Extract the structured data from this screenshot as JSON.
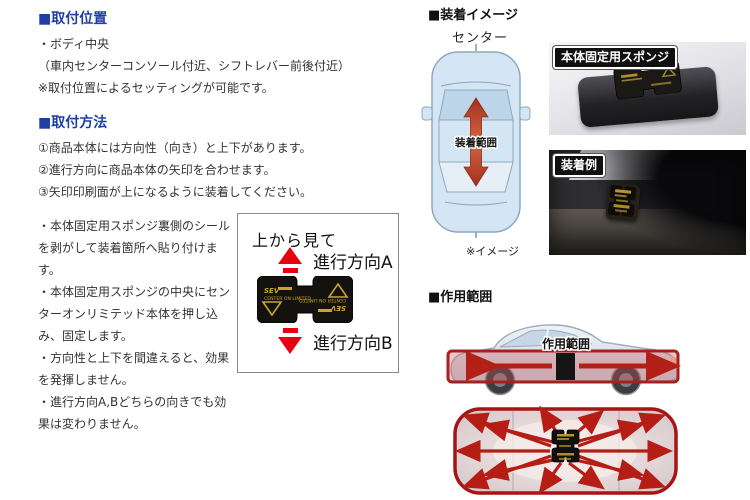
{
  "headings": {
    "mount_position": "■取付位置",
    "mount_method": "■取付方法",
    "install_image": "■装着イメージ",
    "effect_range": "■作用範囲"
  },
  "mount_position": {
    "line1": "・ボディ中央",
    "line2": "（車内センターコンソール付近、シフトレバー前後付近）",
    "line3": "※取付位置によるセッティングが可能です。"
  },
  "mount_method": {
    "step1": "①商品本体には方向性（向き）と上下があります。",
    "step2": "②進行方向に商品本体の矢印を合わせます。",
    "step3": "③矢印印刷面が上になるように装着してください。",
    "note1": "・本体固定用スポンジ裏側のシールを剥がして装着箇所へ貼り付けます。",
    "note2": "・本体固定用スポンジの中央にセンターオンリミテッド本体を押し込み、固定します。",
    "note3": "・方向性と上下を間違えると、効果を発揮しません。",
    "note4": "・進行方向A,Bどちらの向きでも効果は変わりません。"
  },
  "direction_box": {
    "title": "上から見て",
    "dir_a": "進行方向A",
    "dir_b": "進行方向B"
  },
  "product": {
    "brand": "SEV",
    "name": "CENTER ON LIMITED"
  },
  "install_image": {
    "center_label": "センター",
    "range_label": "装着範囲",
    "caption": "※イメージ",
    "photo1_label": "本体固定用スポンジ",
    "photo2_label": "装着例"
  },
  "effect_range": {
    "range_label": "作用範囲"
  },
  "colors": {
    "heading_blue": "#1e3ea5",
    "arrow_red": "#e60012",
    "deep_red": "#b22018",
    "car_light_blue": "#d4e6f4",
    "gold": "#c8a52c"
  }
}
